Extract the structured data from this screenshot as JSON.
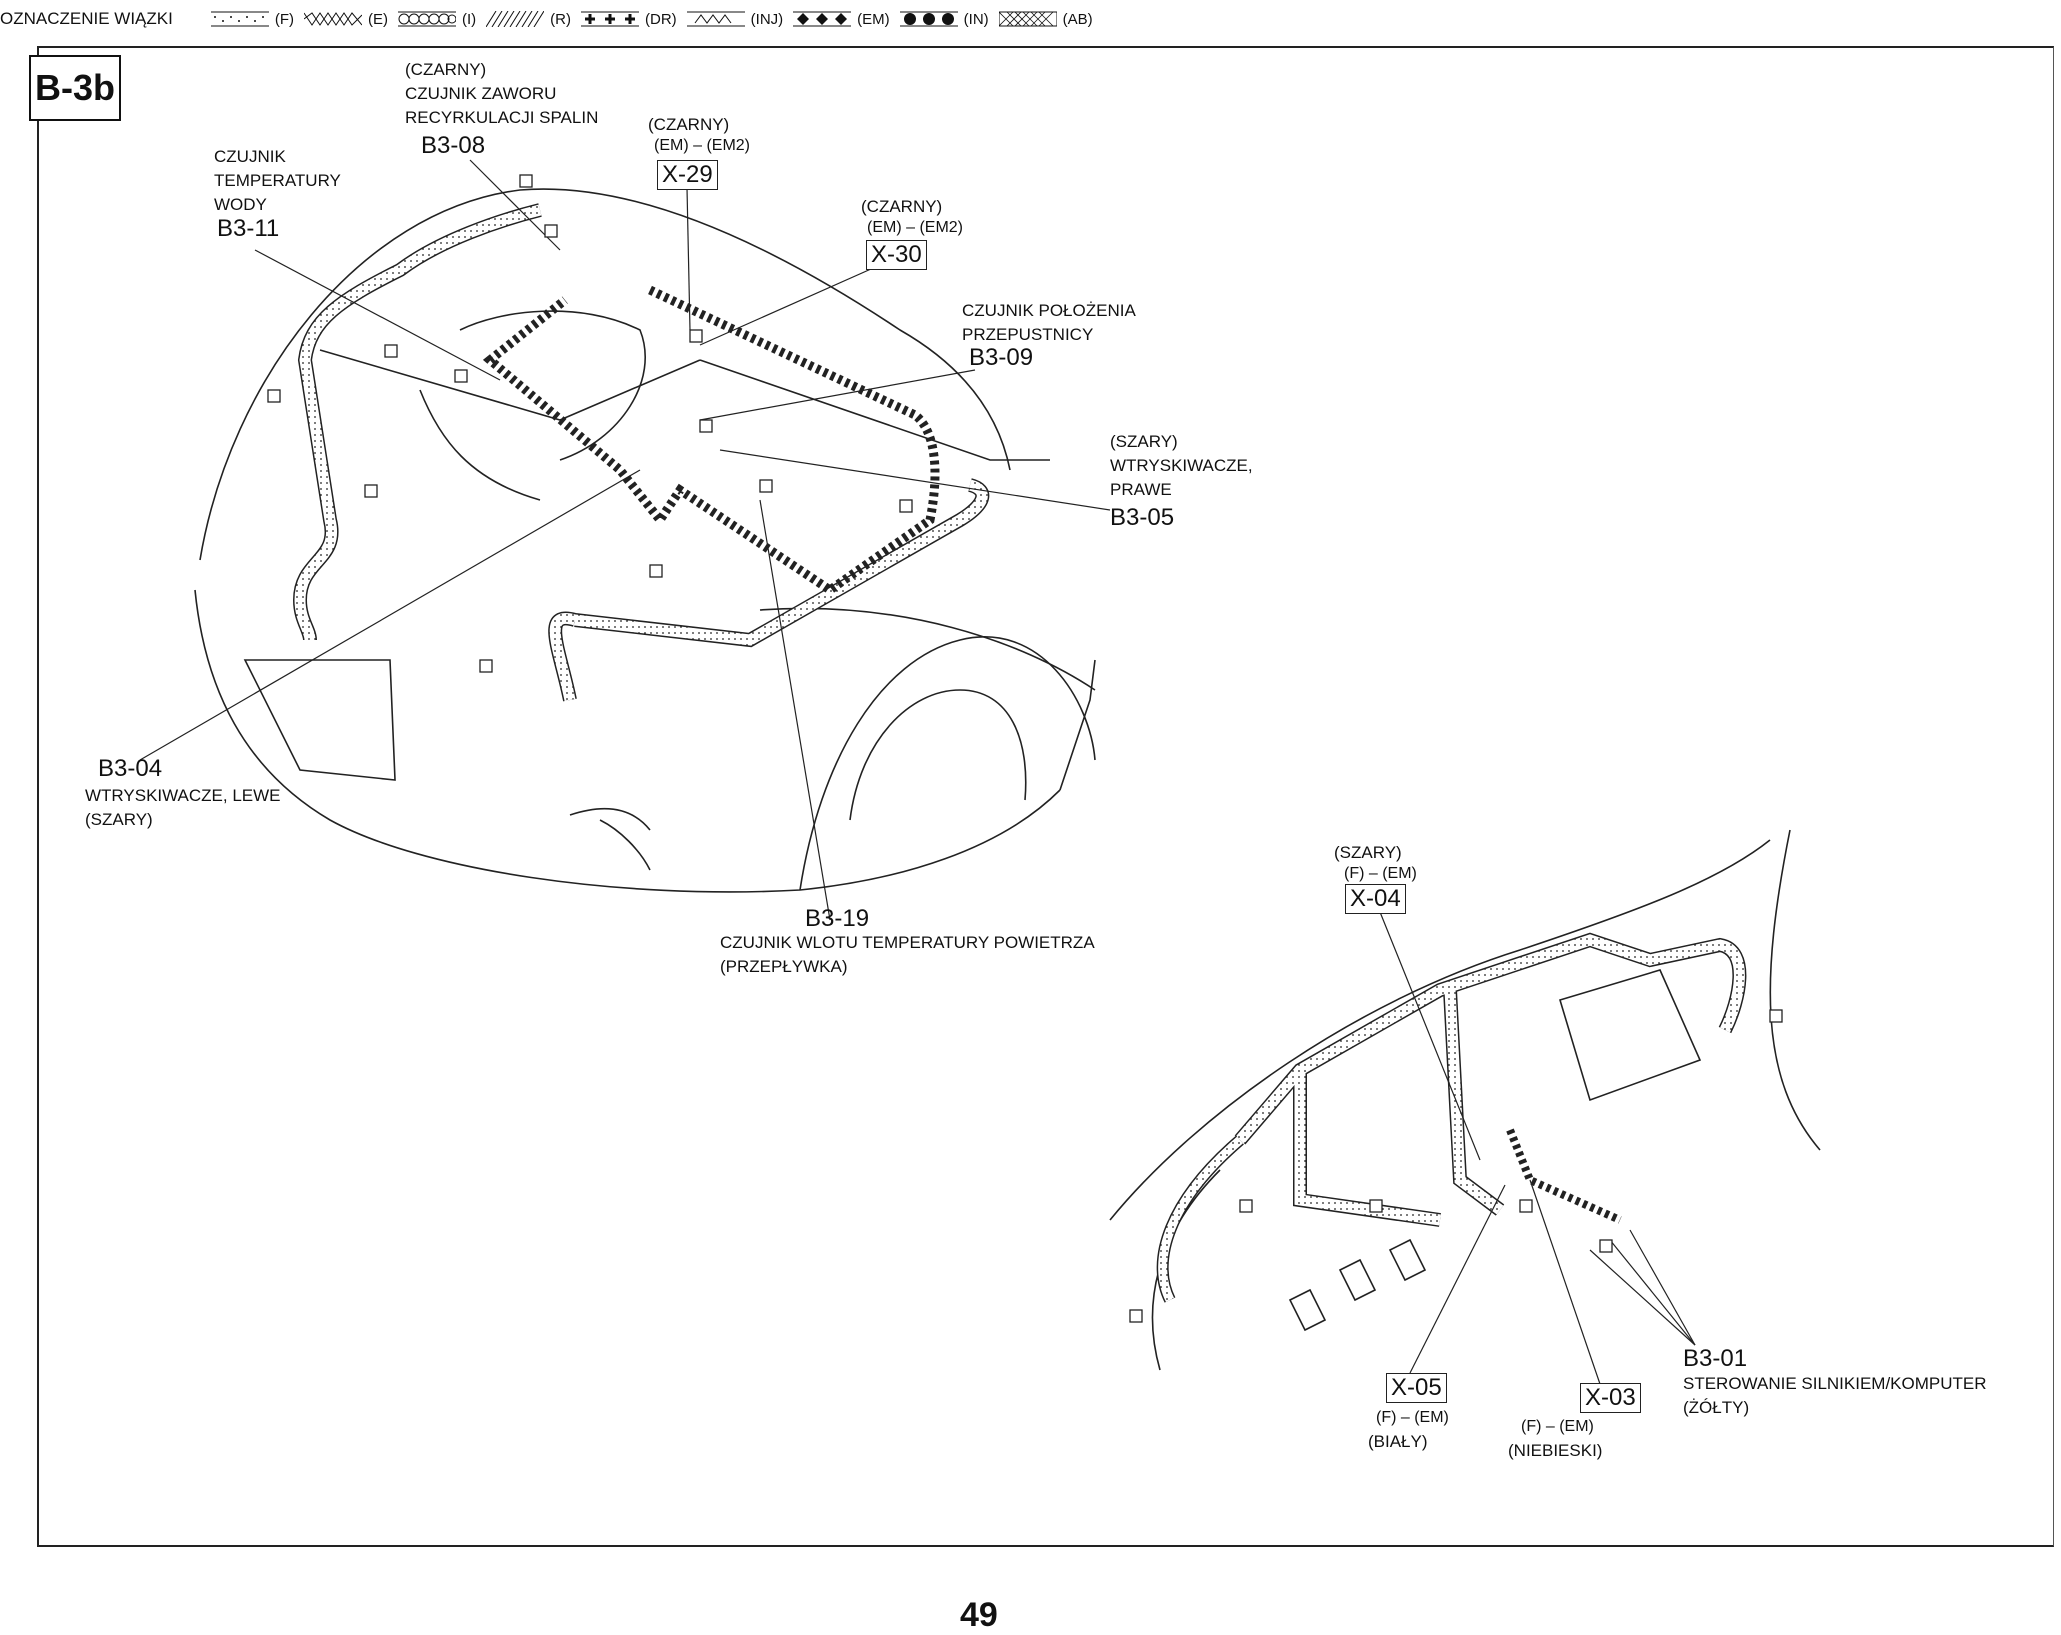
{
  "legend": {
    "title": "OZNACZENIE WIĄZKI",
    "items": [
      {
        "code": "(F)",
        "pattern": "dots"
      },
      {
        "code": "(E)",
        "pattern": "zigzag"
      },
      {
        "code": "(I)",
        "pattern": "loops"
      },
      {
        "code": "(R)",
        "pattern": "hatch"
      },
      {
        "code": "(DR)",
        "pattern": "plus"
      },
      {
        "code": "(INJ)",
        "pattern": "wave"
      },
      {
        "code": "(EM)",
        "pattern": "diamonds"
      },
      {
        "code": "(IN)",
        "pattern": "circles"
      },
      {
        "code": "(AB)",
        "pattern": "crosshatch"
      }
    ]
  },
  "sheet_id": "B-3b",
  "page_number": "49",
  "callouts": {
    "b3_08": {
      "color": "(CZARNY)",
      "line1": "CZUJNIK ZAWORU",
      "line2": "RECYRKULACJI SPALIN",
      "code": "B3-08"
    },
    "b3_11": {
      "line1": "CZUJNIK",
      "line2": "TEMPERATURY",
      "line3": "WODY",
      "code": "B3-11"
    },
    "x_29": {
      "color": "(CZARNY)",
      "harness": "(EM) – (EM2)",
      "code": "X-29"
    },
    "x_30": {
      "color": "(CZARNY)",
      "harness": "(EM) – (EM2)",
      "code": "X-30"
    },
    "b3_09": {
      "line1": "CZUJNIK POŁOŻENIA",
      "line2": "PRZEPUSTNICY",
      "code": "B3-09"
    },
    "b3_05": {
      "color": "(SZARY)",
      "line1": "WTRYSKIWACZE,",
      "line2": "PRAWE",
      "code": "B3-05"
    },
    "b3_04": {
      "code": "B3-04",
      "line1": "WTRYSKIWACZE, LEWE",
      "color": "(SZARY)"
    },
    "b3_19": {
      "code": "B3-19",
      "line1": "CZUJNIK WLOTU TEMPERATURY POWIETRZA",
      "line2": "(PRZEPŁYWKA)"
    },
    "x_04": {
      "color": "(SZARY)",
      "harness": "(F) – (EM)",
      "code": "X-04"
    },
    "x_05": {
      "code": "X-05",
      "harness": "(F) – (EM)",
      "color": "(BIAŁY)"
    },
    "x_03": {
      "code": "X-03",
      "harness": "(F) – (EM)",
      "color": "(NIEBIESKI)"
    },
    "b3_01": {
      "code": "B3-01",
      "line1": "STEROWANIE SILNIKIEM/KOMPUTER",
      "color": "(ŻÓŁTY)"
    }
  }
}
